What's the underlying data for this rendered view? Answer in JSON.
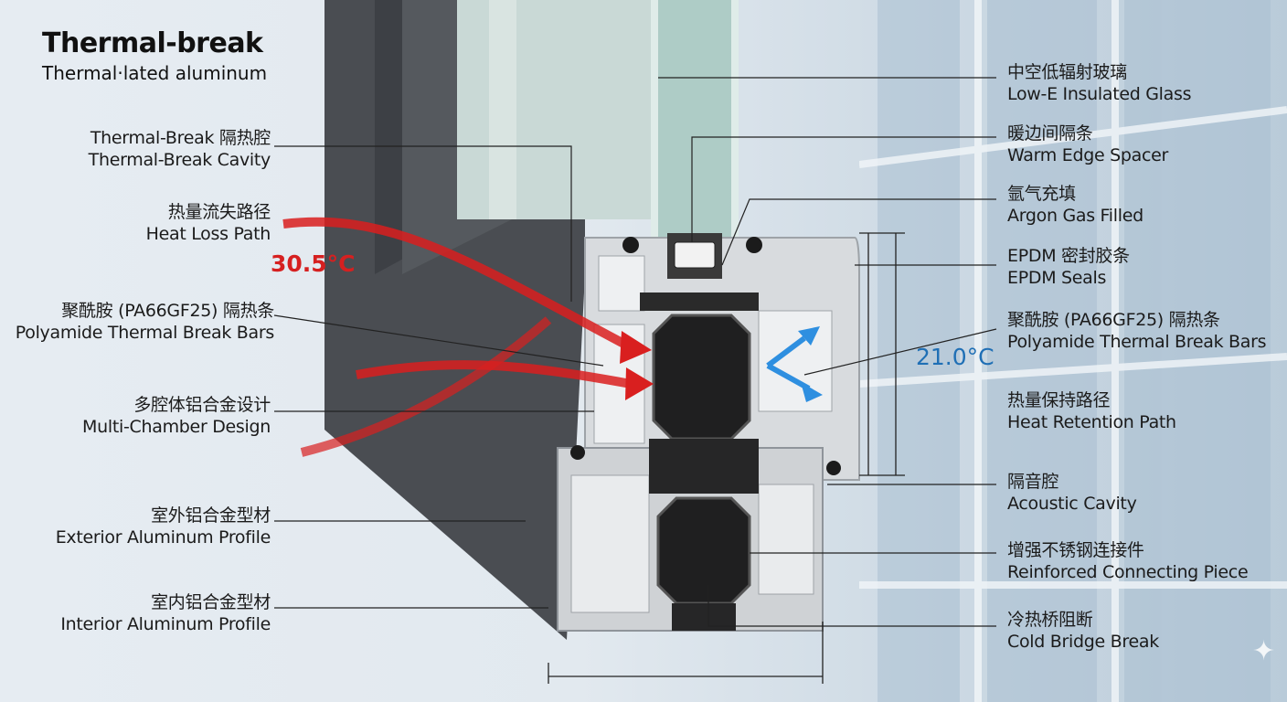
{
  "header": {
    "title": "Thermal-break",
    "subtitle": "Thermal·lated aluminum"
  },
  "temperatures": {
    "exterior": "30.5°C",
    "exterior_color": "#d62020",
    "interior": "21.0°C",
    "interior_color": "#1f6fb5"
  },
  "left_labels": [
    {
      "zh": "Thermal-Break 隔热腔",
      "en": "Thermal-Break Cavity"
    },
    {
      "zh": "热量流失路径",
      "en": "Heat Loss Path"
    },
    {
      "zh": "聚酰胺 (PA66GF25) 隔热条",
      "en": "Polyamide Thermal Break Bars"
    },
    {
      "zh": "多腔体铝合金设计",
      "en": "Multi-Chamber Design"
    },
    {
      "zh": "室外铝合金型材",
      "en": "Exterior Aluminum Profile"
    },
    {
      "zh": "室内铝合金型材",
      "en": "Interior Aluminum Profile"
    }
  ],
  "right_labels": [
    {
      "zh": "中空低辐射玻璃",
      "en": "Low-E Insulated Glass"
    },
    {
      "zh": "暖边间隔条",
      "en": "Warm Edge Spacer"
    },
    {
      "zh": "氩气充填",
      "en": "Argon Gas Filled"
    },
    {
      "zh": "EPDM 密封胶条",
      "en": "EPDM Seals"
    },
    {
      "zh": "聚酰胺 (PA66GF25) 隔热条",
      "en": "Polyamide Thermal Break Bars"
    },
    {
      "zh": "热量保持路径",
      "en": "Heat Retention Path"
    },
    {
      "zh": "隔音腔",
      "en": "Acoustic Cavity"
    },
    {
      "zh": "增强不锈钢连接件",
      "en": "Reinforced Connecting Piece"
    },
    {
      "zh": "冷热桥阻断",
      "en": "Cold Bridge Break"
    }
  ]
}
